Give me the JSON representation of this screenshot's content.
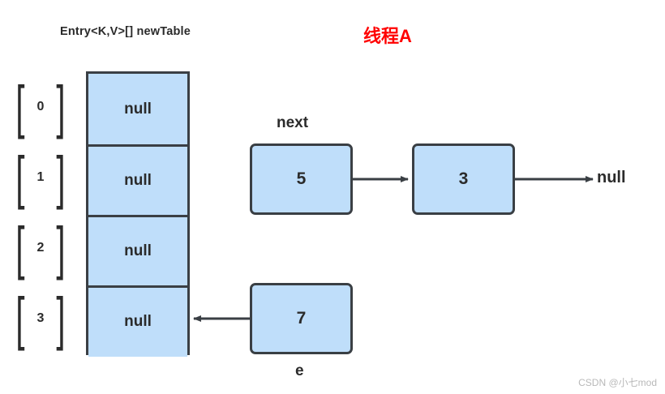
{
  "diagram": {
    "title": "Entry<K,V>[] newTable",
    "thread_label": "线程A",
    "watermark": "CSDN @小七mod",
    "colors": {
      "cell_fill": "#bfdefa",
      "stroke": "#3a3f44",
      "text": "#2b2b2b",
      "thread_accent": "#ff0000",
      "watermark": "#b9b9b9"
    }
  },
  "bucket_array": {
    "indices": [
      {
        "bracket_open": "[",
        "index": "0",
        "bracket_close": "]"
      },
      {
        "bracket_open": "[",
        "index": "1",
        "bracket_close": "]"
      },
      {
        "bracket_open": "[",
        "index": "2",
        "bracket_close": "]"
      },
      {
        "bracket_open": "[",
        "index": "3",
        "bracket_close": "]"
      }
    ],
    "cells": [
      {
        "value": "null"
      },
      {
        "value": "null"
      },
      {
        "value": "null"
      },
      {
        "value": "null"
      }
    ]
  },
  "nodes": {
    "node_5": {
      "value": "5"
    },
    "node_3": {
      "value": "3"
    },
    "node_7": {
      "value": "7"
    },
    "tail_null": "null"
  },
  "labels": {
    "next": "next",
    "e": "e"
  }
}
